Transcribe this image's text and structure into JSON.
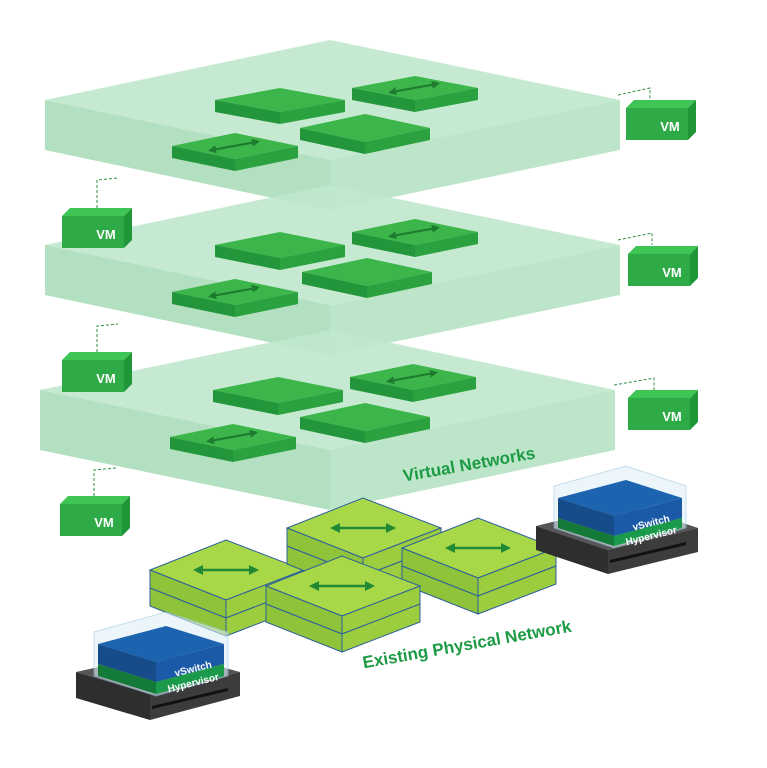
{
  "labels": {
    "virtual_networks": "Virtual Networks",
    "physical_network": "Existing Physical Network"
  },
  "vm_label": "VM",
  "hosts": [
    {
      "vswitch": "vSwitch",
      "hypervisor": "Hypervisor"
    },
    {
      "vswitch": "vSwitch",
      "hypervisor": "Hypervisor"
    }
  ],
  "colors": {
    "layer_fill": "#b6e4c4",
    "layer_side": "#9fd8b1",
    "switch_top": "#3cb54a",
    "switch_side": "#23953a",
    "vm_front": "#2eaa46",
    "vm_top": "#3ec556",
    "physical_light": "#9cd03a",
    "physical_dark": "#6fb12a",
    "physical_border": "#2c5f9b",
    "vswitch_blue": "#1b5aa6",
    "hypervisor_green": "#1a9a4a",
    "server_dark": "#3a3a3a",
    "label_green": "#1d9a44"
  },
  "icons": [
    "vm-icon",
    "virtual-switch-icon",
    "physical-switch-icon",
    "server-icon",
    "bidirectional-arrow-icon"
  ]
}
